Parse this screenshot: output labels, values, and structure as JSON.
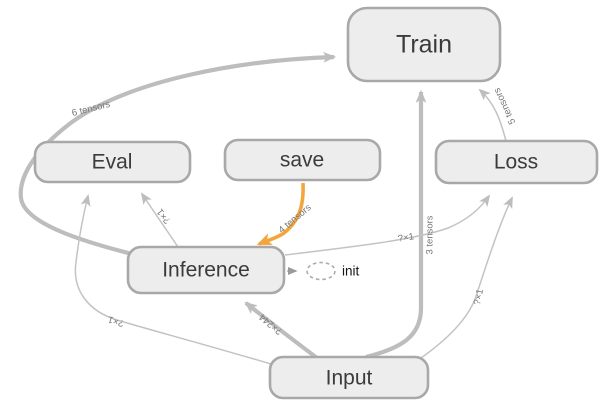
{
  "diagram": {
    "title": "dataflow-graph",
    "nodes": [
      {
        "id": "train",
        "label": "Train",
        "shape": "rounded-rect"
      },
      {
        "id": "eval",
        "label": "Eval",
        "shape": "rounded-rect"
      },
      {
        "id": "save",
        "label": "save",
        "shape": "rounded-rect"
      },
      {
        "id": "loss",
        "label": "Loss",
        "shape": "rounded-rect"
      },
      {
        "id": "inference",
        "label": "Inference",
        "shape": "rounded-rect"
      },
      {
        "id": "input",
        "label": "Input",
        "shape": "rounded-rect"
      },
      {
        "id": "init",
        "label": "init",
        "shape": "dashed-ellipse"
      }
    ],
    "edges": [
      {
        "from": "inference",
        "to": "train",
        "label": "6 tensors",
        "style": "thick"
      },
      {
        "from": "loss",
        "to": "train",
        "label": "5 tensors",
        "style": "thin"
      },
      {
        "from": "input",
        "to": "train",
        "label": "3 tensors",
        "style": "thick"
      },
      {
        "from": "save",
        "to": "inference",
        "label": "4 tensors",
        "style": "highlight"
      },
      {
        "from": "inference",
        "to": "eval",
        "label": "?×1",
        "style": "thin"
      },
      {
        "from": "input",
        "to": "eval",
        "label": "?×1",
        "style": "thin"
      },
      {
        "from": "inference",
        "to": "loss",
        "label": "?×1",
        "style": "thin"
      },
      {
        "from": "input",
        "to": "loss",
        "label": "?×1",
        "style": "thin"
      },
      {
        "from": "input",
        "to": "inference",
        "label": "?×244",
        "style": "thick"
      },
      {
        "from": "inference",
        "to": "init",
        "label": "",
        "style": "dashed"
      }
    ],
    "colors": {
      "node_fill": "#ededed",
      "node_border": "#a8a8a8",
      "node_text": "#3b3b3b",
      "edge_gray": "#bdbdbd",
      "edge_highlight": "#f3a63d",
      "edge_label_text": "#767676",
      "init_text": "#161616",
      "background": "#ffffff"
    }
  }
}
